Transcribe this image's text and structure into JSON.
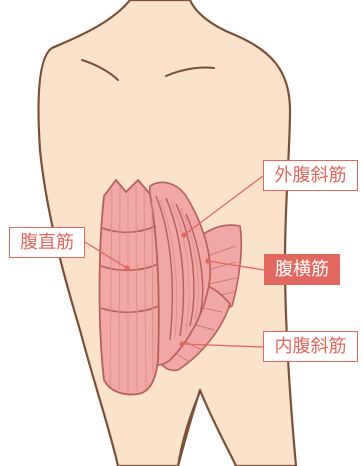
{
  "labels": {
    "rectus": "腹直筋",
    "external_oblique": "外腹斜筋",
    "transverse": "腹横筋",
    "internal_oblique": "内腹斜筋"
  },
  "colors": {
    "skin": "#fbe3cb",
    "outline": "#7b5037",
    "muscle": "#f1a7a6",
    "muscle_stroke": "#b85f5b",
    "accent": "#e1685f"
  }
}
